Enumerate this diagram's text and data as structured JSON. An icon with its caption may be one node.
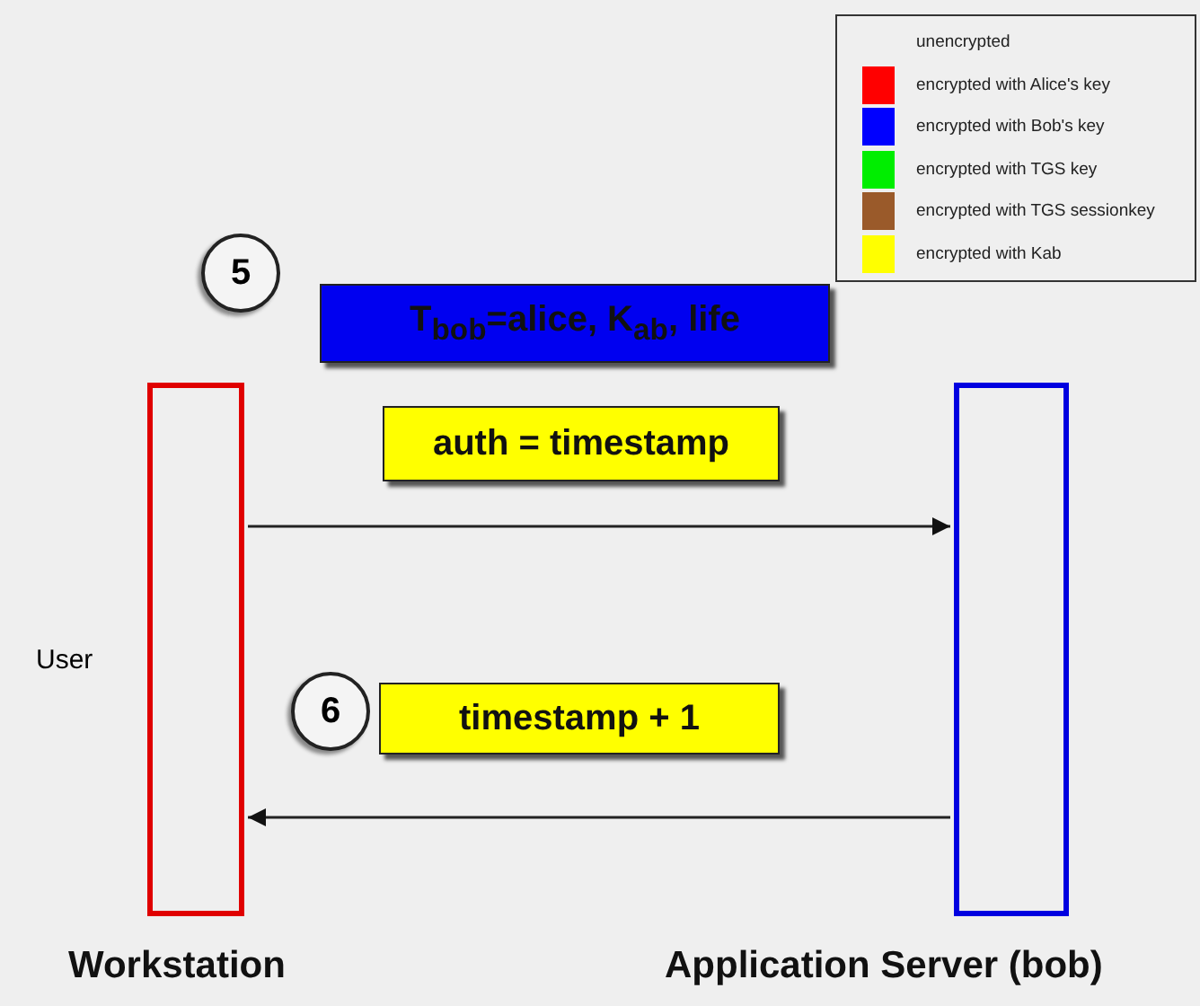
{
  "diagram": {
    "nodes": [
      {
        "text": [
          "Workstation"
        ],
        "beside": [
          "User"
        ]
      },
      {
        "text": [
          "Application Server (bob)"
        ]
      },
      {
        "text": [
          "5"
        ]
      },
      {
        "text": [
          "T$_{bob}$=alice, K$_{ab}$, life"
        ]
      },
      {
        "text": [
          "auth = timestamp"
        ]
      },
      {
        "text": [
          "6"
        ]
      },
      {
        "text": [
          "timestamp + 1"
        ]
      }
    ],
    "edges": [
      {
        "from": 0,
        "to": 1,
        "arrow": "to"
      },
      {
        "from": 1,
        "to": 0,
        "arrow": "to"
      }
    ],
    "legend": [
      {
        "text": "unencrypted"
      },
      {
        "text": "encrypted with Alice's key",
        "color": "#ff0000"
      },
      {
        "text": "encrypted with Bob's key",
        "color": "#0000ff"
      },
      {
        "text": "encrypted with TGS key",
        "color": "#00ee00"
      },
      {
        "text": "encrypted with TGS sessionkey",
        "color": "#9a5a2a"
      },
      {
        "text": "encrypted with Kab",
        "color": "#ffff00"
      }
    ]
  }
}
